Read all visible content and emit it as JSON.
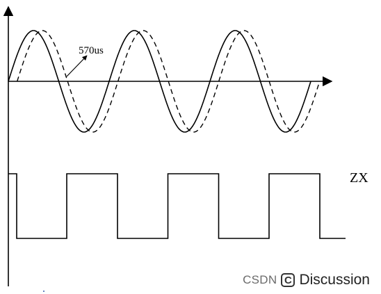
{
  "annotation": {
    "delay_label": "570us"
  },
  "signal_label": "ZX",
  "watermark": {
    "site": "CSDN",
    "logo_letter": "C",
    "channel": "Discussion"
  },
  "colors": {
    "line": "#000000",
    "background": "#ffffff"
  },
  "waveform": {
    "sine_periods": 3,
    "square_periods": 3,
    "dashed_phase_shift_ratio": 0.0875
  }
}
